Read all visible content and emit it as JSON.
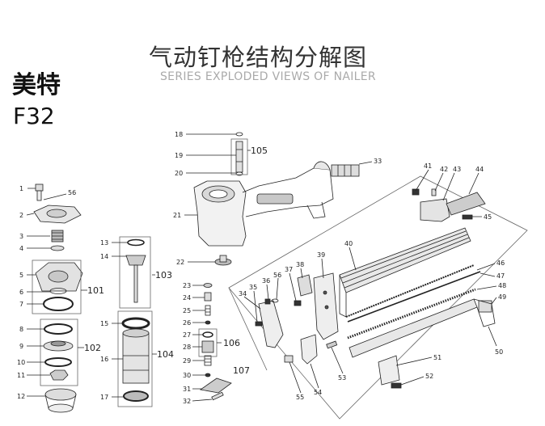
{
  "header": {
    "title": "气动钉枪结构分解图",
    "subtitle": "SERIES EXPLODED VIEWS OF NAILER"
  },
  "brand": {
    "name": "美特",
    "model": "F32"
  },
  "labels": {
    "p1": "1",
    "p2": "2",
    "p3": "3",
    "p4": "4",
    "p5": "5",
    "p6": "6",
    "p7": "7",
    "p8": "8",
    "p9": "9",
    "p10": "10",
    "p11": "11",
    "p12": "12",
    "p13": "13",
    "p14": "14",
    "p15": "15",
    "p16": "16",
    "p17": "17",
    "p18": "18",
    "p19": "19",
    "p20": "20",
    "p21": "21",
    "p22": "22",
    "p23": "23",
    "p24": "24",
    "p25": "25",
    "p26": "26",
    "p27": "27",
    "p28": "28",
    "p29": "29",
    "p30": "30",
    "p31": "31",
    "p32": "32",
    "p33": "33",
    "p34": "34",
    "p35": "35",
    "p36": "36",
    "p37": "37",
    "p38": "38",
    "p39": "39",
    "p40": "40",
    "p41": "41",
    "p42": "42",
    "p43": "43",
    "p44": "44",
    "p45": "45",
    "p46": "46",
    "p47": "47",
    "p48": "48",
    "p49": "49",
    "p50": "50",
    "p51": "51",
    "p52": "52",
    "p53": "53",
    "p54": "54",
    "p55": "55",
    "p56": "56",
    "g101": "101",
    "g102": "102",
    "g103": "103",
    "g104": "104",
    "g105": "105",
    "g106": "106",
    "g107": "107"
  }
}
